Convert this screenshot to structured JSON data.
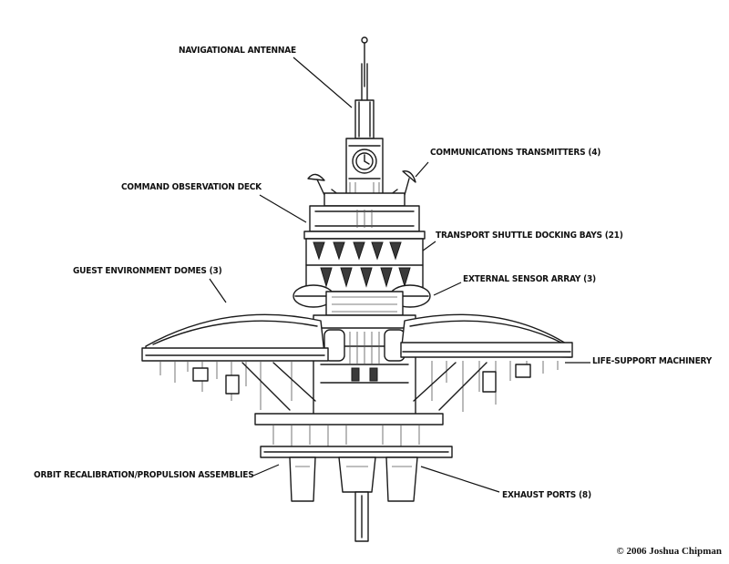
{
  "labels": {
    "navigational_antennae": "NAVIGATIONAL ANTENNAE",
    "communications_transmitters": "COMMUNICATIONS TRANSMITTERS (4)",
    "command_observation_deck": "COMMAND OBSERVATION DECK",
    "transport_shuttle_docking_bays": "TRANSPORT SHUTTLE DOCKING BAYS (21)",
    "guest_environment_domes": "GUEST ENVIRONMENT DOMES (3)",
    "external_sensor_array": "EXTERNAL SENSOR ARRAY (3)",
    "life_support_machinery": "LIFE-SUPPORT MACHINERY",
    "orbit_recalibration": "ORBIT RECALIBRATION/PROPULSION ASSEMBLIES",
    "exhaust_ports": "EXHAUST PORTS (8)"
  },
  "copyright": "© 2006 Joshua Chipman"
}
